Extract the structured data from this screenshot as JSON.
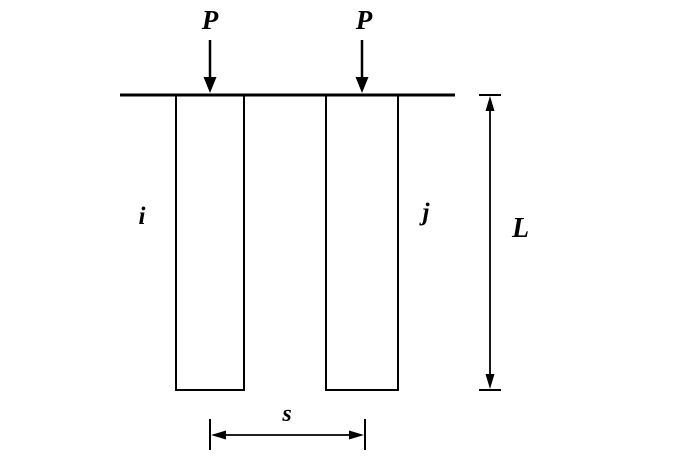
{
  "diagram": {
    "loads": {
      "left_label": "P",
      "right_label": "P"
    },
    "piles": {
      "left_label": "i",
      "right_label": "j"
    },
    "dimensions": {
      "length_label": "L",
      "spacing_label": "s"
    }
  }
}
